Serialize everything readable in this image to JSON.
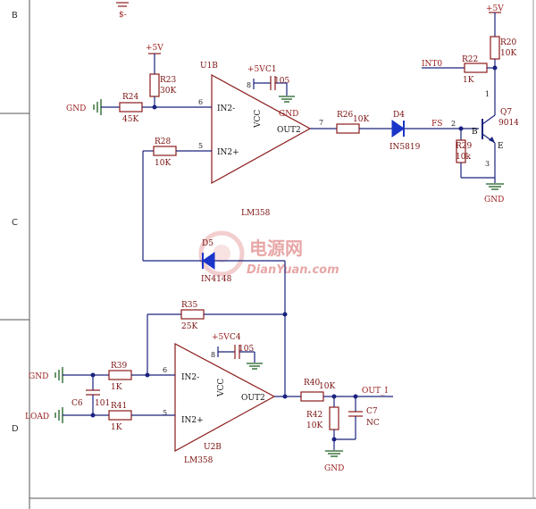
{
  "zones": [
    "B",
    "C",
    "D"
  ],
  "nets": {
    "vcc": "+5V",
    "gnd": "GND",
    "int0": "INT0",
    "fs": "FS",
    "load": "LOAD",
    "out_i": "OUT_I",
    "top_partial": "$-"
  },
  "u1b": {
    "ref": "U1B",
    "part": "LM358",
    "in_minus": "IN2-",
    "in_plus": "IN2+",
    "out": "OUT2",
    "vcc": "VCC",
    "pin_in_minus": "6",
    "pin_in_plus": "5",
    "pin_out": "7",
    "pin_vcc": "8"
  },
  "u2b": {
    "ref": "U2B",
    "part": "LM358",
    "in_minus": "IN2-",
    "in_plus": "IN2+",
    "out": "OUT2",
    "vcc": "VCC",
    "pin_in_minus": "6",
    "pin_in_plus": "5",
    "pin_vcc": "8"
  },
  "components": {
    "r23": {
      "ref": "R23",
      "value": "30K"
    },
    "r24": {
      "ref": "R24",
      "value": "45K"
    },
    "r28": {
      "ref": "R28",
      "value": "10K"
    },
    "c1": {
      "ref": "C1",
      "value": "105"
    },
    "r26": {
      "ref": "R26",
      "value": "10K"
    },
    "d4": {
      "ref": "D4",
      "value": "IN5819"
    },
    "r29": {
      "ref": "R29",
      "value": "10k"
    },
    "r22": {
      "ref": "R22",
      "value": "1K"
    },
    "r20": {
      "ref": "R20",
      "value": "10K"
    },
    "q7": {
      "ref": "Q7",
      "value": "9014",
      "base": "B",
      "emitter": "E",
      "pin1": "1",
      "pin2": "2",
      "pin3": "3"
    },
    "d5": {
      "ref": "D5",
      "value": "IN4148"
    },
    "r35": {
      "ref": "R35",
      "value": "25K"
    },
    "c4": {
      "ref": "C4",
      "value": "105"
    },
    "r39": {
      "ref": "R39",
      "value": "1K"
    },
    "r41": {
      "ref": "R41",
      "value": "1K"
    },
    "c6": {
      "ref": "C6",
      "value": "101"
    },
    "r40": {
      "ref": "R40",
      "value": "10K"
    },
    "r42": {
      "ref": "R42",
      "value": "10K"
    },
    "c7": {
      "ref": "C7",
      "value": "NC"
    }
  },
  "watermark": {
    "cn": "电源网",
    "en": "DianYuan.com"
  }
}
